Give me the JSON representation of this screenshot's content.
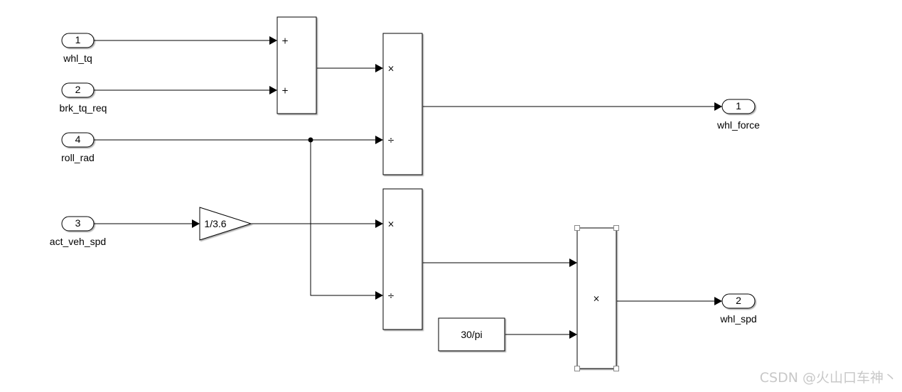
{
  "inports": [
    {
      "num": "1",
      "name": "whl_tq"
    },
    {
      "num": "2",
      "name": "brk_tq_req"
    },
    {
      "num": "4",
      "name": "roll_rad"
    },
    {
      "num": "3",
      "name": "act_veh_spd"
    }
  ],
  "outports": [
    {
      "num": "1",
      "name": "whl_force"
    },
    {
      "num": "2",
      "name": "whl_spd"
    }
  ],
  "sum_block": {
    "signs": [
      "+",
      "+"
    ]
  },
  "product_force": {
    "signs": [
      "×",
      "÷"
    ]
  },
  "product_speed": {
    "signs": [
      "×",
      "÷"
    ]
  },
  "product_out": {
    "symbol": "×"
  },
  "gain_block": {
    "value": "1/3.6"
  },
  "constant_block": {
    "value": "30/pi"
  },
  "watermark": "CSDN @火山口车神丶"
}
